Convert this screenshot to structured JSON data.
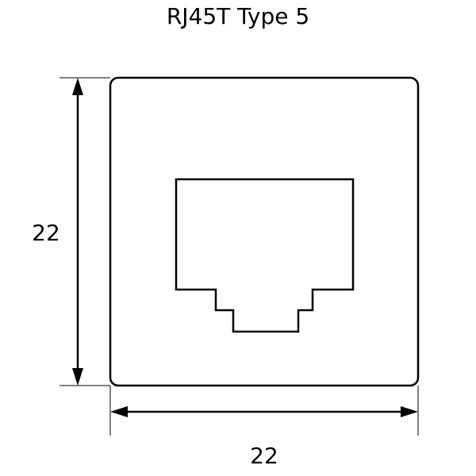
{
  "title": "RJ45T Type 5",
  "dimensions": {
    "height_label": "22",
    "width_label": "22"
  },
  "colors": {
    "line": "#000000",
    "background": "#ffffff"
  }
}
